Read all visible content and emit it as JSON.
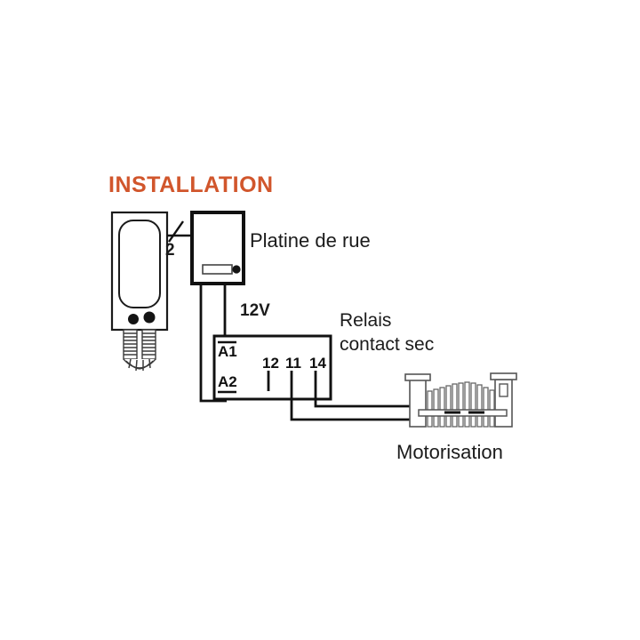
{
  "diagram": {
    "title": "INSTALLATION",
    "background_color": "#ffffff",
    "title_color": "#d1562c",
    "line_color": "#111111",
    "labels": {
      "platine": "Platine de rue",
      "relais_line1": "Relais",
      "relais_line2": "contact sec",
      "motorisation": "Motorisation",
      "voltage": "12V",
      "wire_count": "2"
    },
    "relay_terminals": {
      "coil": [
        "A1",
        "A2"
      ],
      "contacts": [
        "12",
        "11",
        "14"
      ]
    },
    "components": [
      {
        "name": "handset",
        "label": ""
      },
      {
        "name": "door-station",
        "label": "Platine de rue"
      },
      {
        "name": "relay",
        "label": "Relais contact sec"
      },
      {
        "name": "gate-motor",
        "label": "Motorisation"
      }
    ]
  }
}
